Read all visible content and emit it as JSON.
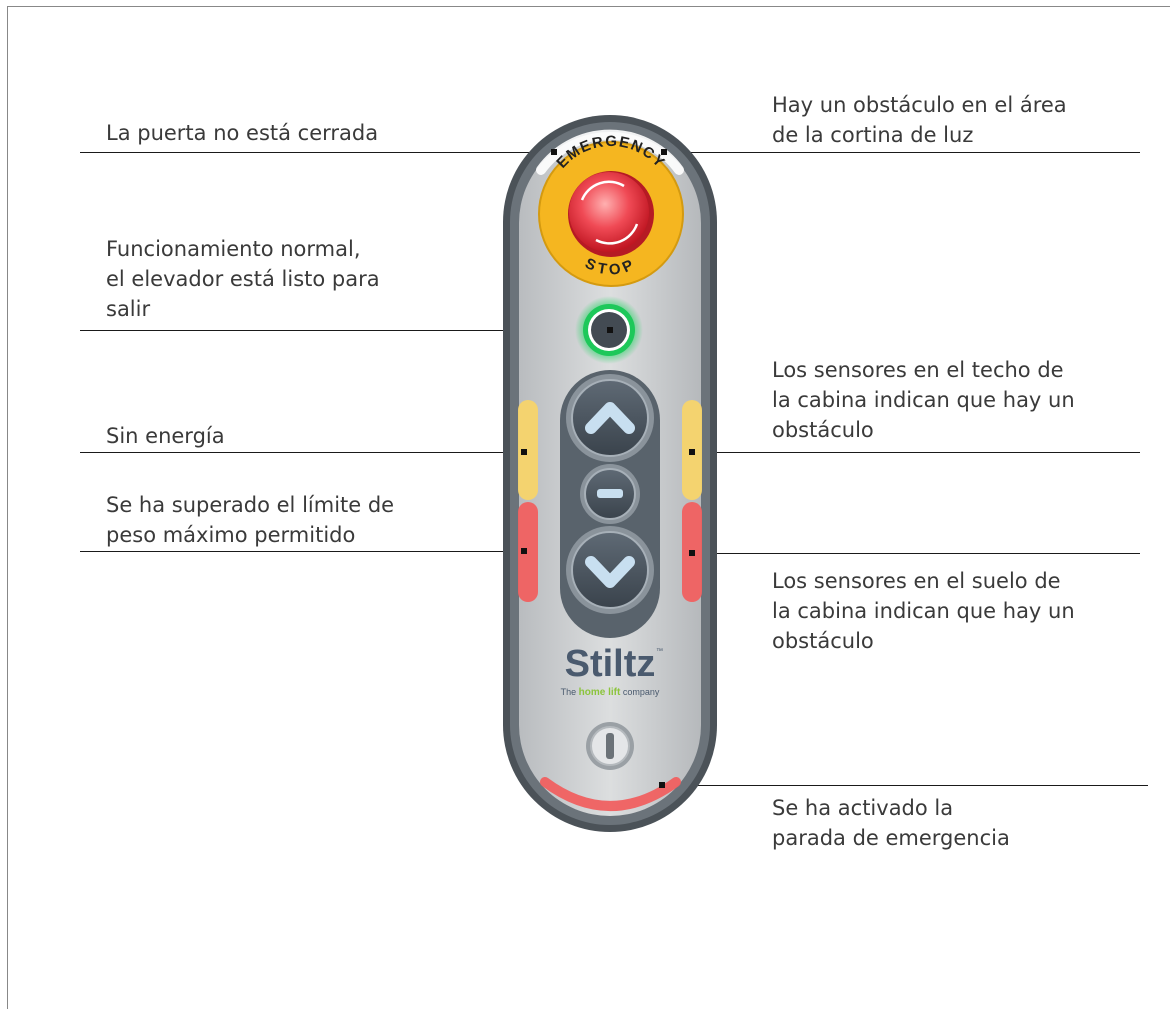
{
  "labels": {
    "door_open": "La puerta no está cerrada",
    "light_curtain": "Hay un obstáculo en el área\nde la cortina de luz",
    "normal": "Funcionamiento normal,\nel elevador está listo para\nsalir",
    "ceiling_sensors": "Los sensores en el techo de\nla cabina indican que hay un\nobstáculo",
    "no_power": "Sin energía",
    "overweight": "Se ha superado el límite de\npeso máximo permitido",
    "floor_sensors": "Los sensores en el suelo de\nla cabina indican que hay un\nobstáculo",
    "emergency_stop": "Se ha activado la\nparada de emergencia"
  },
  "panel": {
    "estop_top_text": "EMERGENCY",
    "estop_bottom_text": "STOP",
    "brand_name": "Stiltz",
    "brand_tm": "™",
    "tagline_pre": "The",
    "tagline_highlight": "home lift",
    "tagline_post": "company"
  },
  "colors": {
    "status_green": "#2fd36a",
    "status_yellow": "#f7d46a",
    "status_red": "#f06060",
    "estop_yellow": "#f5b620",
    "estop_red": "#e8252f",
    "brand_green": "#8cc43c",
    "brand_navy": "#4a5a6e"
  },
  "icons": [
    "arrow-up-icon",
    "minus-icon",
    "arrow-down-icon",
    "key-switch-icon",
    "rotate-arrows-icon"
  ]
}
